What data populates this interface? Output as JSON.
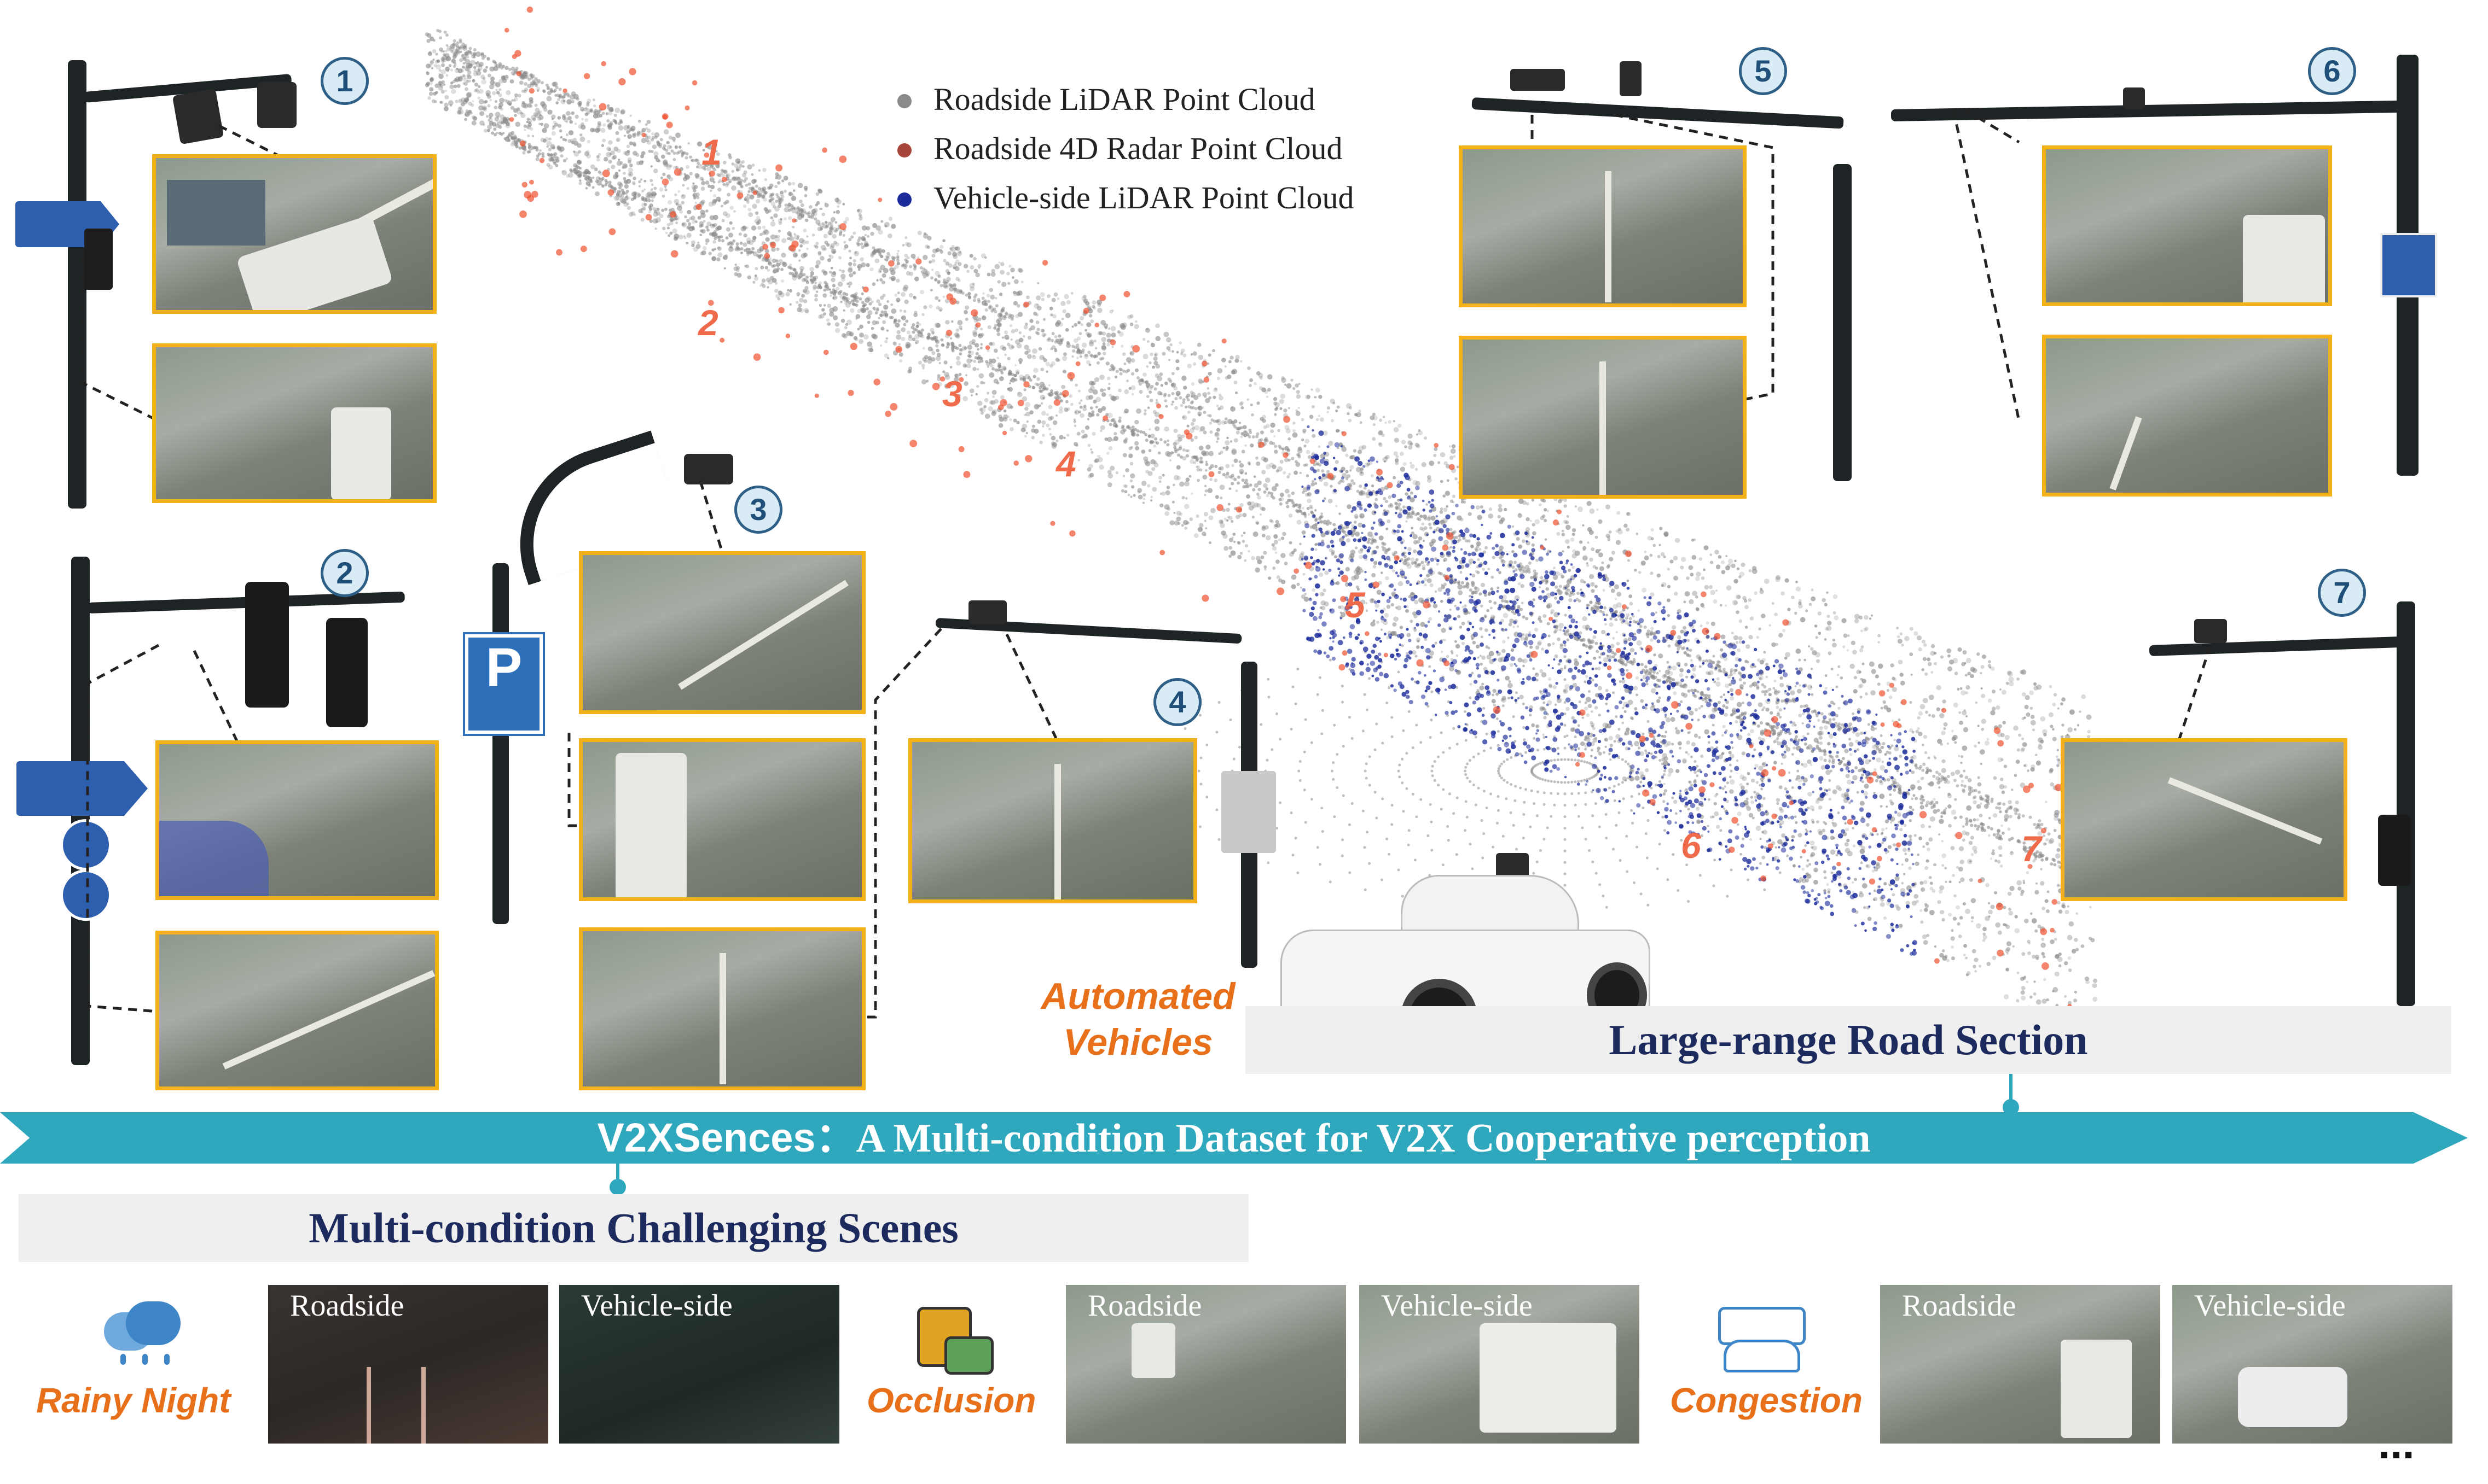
{
  "legend": {
    "items": [
      {
        "label": "Roadside LiDAR Point Cloud",
        "color": "#8a8a8a"
      },
      {
        "label": "Roadside 4D Radar Point Cloud",
        "color": "#a8453a"
      },
      {
        "label": "Vehicle-side LiDAR Point Cloud",
        "color": "#1a2a9a"
      }
    ]
  },
  "badges": [
    "1",
    "2",
    "3",
    "4",
    "5",
    "6",
    "7"
  ],
  "point_labels": [
    "1",
    "2",
    "3",
    "4",
    "5",
    "6",
    "7"
  ],
  "automated_vehicles": "Automated\nVehicles",
  "large_range_title": "Large-range Road Section",
  "banner": {
    "brand": "V2XSences",
    "separator": "：",
    "title": "A Multi-condition Dataset for V2X Cooperative perception"
  },
  "multi_condition_title": "Multi-condition Challenging Scenes",
  "conditions": [
    {
      "label": "Rainy Night",
      "icon": "rain-cloud-icon"
    },
    {
      "label": "Occlusion",
      "icon": "bus-car-icon"
    },
    {
      "label": "Congestion",
      "icon": "traffic-jam-icon"
    }
  ],
  "captions": {
    "roadside": "Roadside",
    "vehicle_side": "Vehicle-side"
  },
  "ellipsis": "...",
  "colors": {
    "accent": "#2fa7bd",
    "highlight": "#f2b118",
    "title_navy": "#1d2a5e",
    "condition_orange": "#e8701a",
    "point_label": "#f06a4c"
  }
}
